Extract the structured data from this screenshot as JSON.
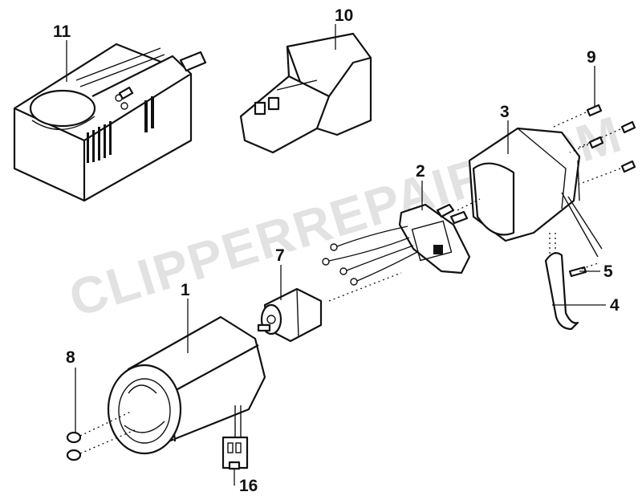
{
  "watermark": "CLIPPERREPAIR.COM",
  "part_labels": {
    "p1": "1",
    "p2": "2",
    "p3": "3",
    "p4": "4",
    "p5": "5",
    "p7": "7",
    "p8": "8",
    "p9": "9",
    "p10": "10",
    "p11": "11",
    "p16": "16"
  }
}
